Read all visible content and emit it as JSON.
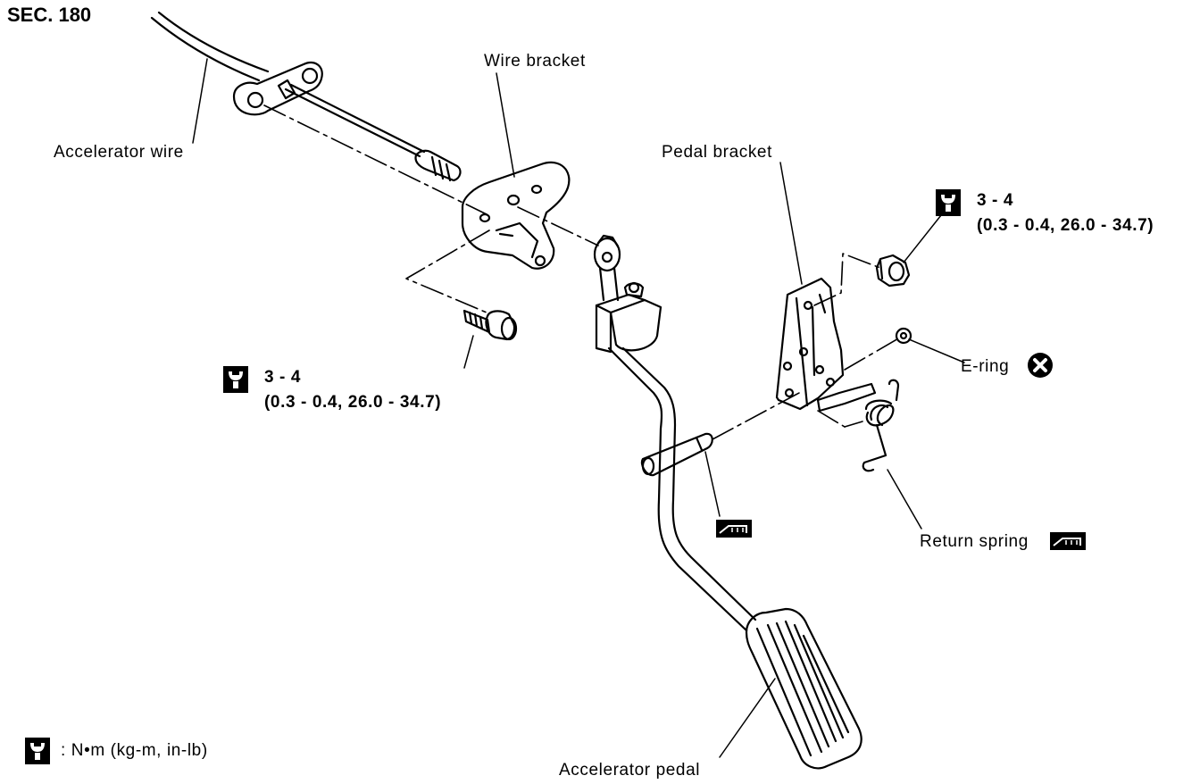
{
  "section": "SEC. 180",
  "labels": {
    "accelerator_wire": "Accelerator wire",
    "wire_bracket": "Wire bracket",
    "pedal_bracket": "Pedal bracket",
    "e_ring": "E-ring",
    "return_spring": "Return spring",
    "accelerator_pedal": "Accelerator pedal"
  },
  "torque_specs": {
    "bracket_bolt": {
      "range": "3 - 4",
      "detail": "(0.3 - 0.4, 26.0 - 34.7)"
    },
    "pedal_nut": {
      "range": "3 - 4",
      "detail": "(0.3 - 0.4, 26.0 - 34.7)"
    }
  },
  "legend": {
    "unit_text": ": N•m (kg-m, in-lb)"
  },
  "icons": {
    "torque": "torque-wrench-icon",
    "grease": "grease-icon",
    "replace": "x-circle-icon"
  }
}
